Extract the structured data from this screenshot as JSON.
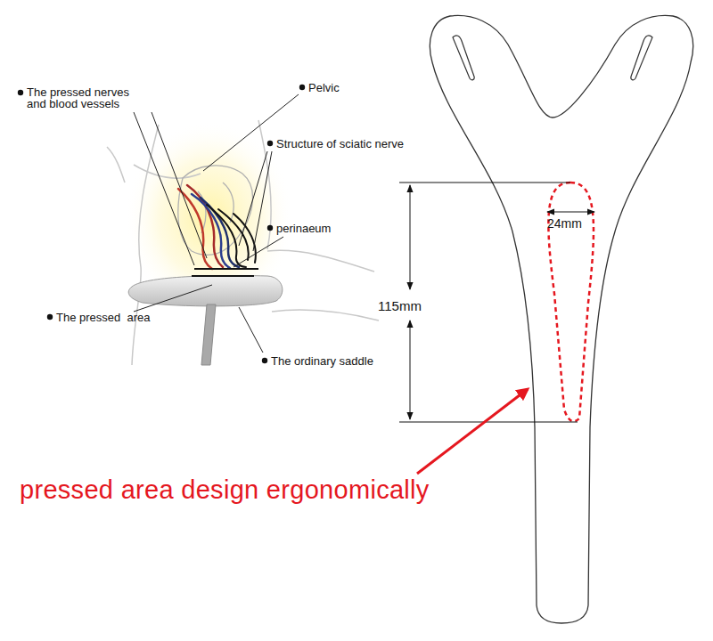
{
  "diagram": {
    "labels": [
      "The pressed nerves and blood vessels",
      "Pelvic",
      "Structure of sciatic nerve",
      "perinaeum",
      "The pressed  area",
      "The ordinary saddle",
      "115mm",
      "24mm",
      "pressed area design ergonomically"
    ]
  }
}
